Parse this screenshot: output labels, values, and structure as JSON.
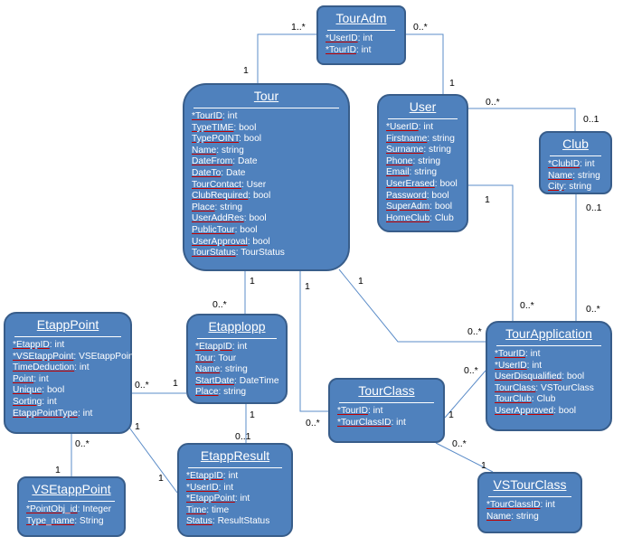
{
  "entities": {
    "touradm": {
      "title": "TourAdm",
      "attrs": [
        {
          "name": "*UserID",
          "type": "int"
        },
        {
          "name": "*TourID",
          "type": "int"
        }
      ]
    },
    "tour": {
      "title": "Tour",
      "attrs": [
        {
          "name": "*TourID",
          "type": "int"
        },
        {
          "name": "TypeTIME",
          "type": "bool"
        },
        {
          "name": "TypePOINT",
          "type": "bool"
        },
        {
          "name": "Name",
          "type": "string"
        },
        {
          "name": "DateFrom",
          "type": "Date"
        },
        {
          "name": "DateTo",
          "type": "Date"
        },
        {
          "name": "TourContact",
          "type": "User"
        },
        {
          "name": "ClubRequired",
          "type": "bool"
        },
        {
          "name": "Place",
          "type": "string"
        },
        {
          "name": "UserAddRes",
          "type": "bool"
        },
        {
          "name": "PublicTour",
          "type": "bool"
        },
        {
          "name": "UserApproval",
          "type": "bool"
        },
        {
          "name": "TourStatus",
          "type": "TourStatus"
        }
      ]
    },
    "user": {
      "title": "User",
      "attrs": [
        {
          "name": "*UserID",
          "type": "int"
        },
        {
          "name": "Firstname",
          "type": "string"
        },
        {
          "name": "Surname",
          "type": "string"
        },
        {
          "name": "Phone",
          "type": "string"
        },
        {
          "name": "Email",
          "type": "string"
        },
        {
          "name": "UserErased",
          "type": "bool"
        },
        {
          "name": "Password",
          "type": "bool"
        },
        {
          "name": "SuperAdm",
          "type": "bool"
        },
        {
          "name": "HomeClub",
          "type": "Club"
        }
      ]
    },
    "club": {
      "title": "Club",
      "attrs": [
        {
          "name": "*ClubID",
          "type": "int"
        },
        {
          "name": "Name",
          "type": "string"
        },
        {
          "name": "City",
          "type": "string"
        }
      ]
    },
    "etapppoint": {
      "title": "EtappPoint",
      "attrs": [
        {
          "name": "*EtappID",
          "type": "int"
        },
        {
          "name": "*VSEtappPoint",
          "type": "VSEtappPoint"
        },
        {
          "name": "TimeDeduction",
          "type": "int"
        },
        {
          "name": "Point",
          "type": "int"
        },
        {
          "name": "Unique",
          "type": "bool"
        },
        {
          "name": "Sorting",
          "type": "int"
        },
        {
          "name": "EtappPointType",
          "type": "int"
        }
      ]
    },
    "etapplopp": {
      "title": "Etapplopp",
      "attrs": [
        {
          "name": "*EtappID",
          "type": "int"
        },
        {
          "name": "Tour",
          "type": "Tour"
        },
        {
          "name": "Name",
          "type": "string"
        },
        {
          "name": "StartDate",
          "type": "DateTime"
        },
        {
          "name": "Place",
          "type": "string"
        }
      ]
    },
    "tourclass": {
      "title": "TourClass",
      "attrs": [
        {
          "name": "*TourID",
          "type": "int"
        },
        {
          "name": "*TourClassID",
          "type": "int"
        }
      ]
    },
    "tourapplication": {
      "title": "TourApplication",
      "attrs": [
        {
          "name": "*TourID",
          "type": "int"
        },
        {
          "name": "*UserID",
          "type": "int"
        },
        {
          "name": "UserDisqualified",
          "type": "bool"
        },
        {
          "name": "TourClass",
          "type": "VSTourClass"
        },
        {
          "name": "TourClub",
          "type": "Club"
        },
        {
          "name": "UserApproved",
          "type": "bool"
        }
      ]
    },
    "vsetapppoint": {
      "title": "VSEtappPoint",
      "attrs": [
        {
          "name": "*PointObj_id",
          "type": "Integer"
        },
        {
          "name": "Type_name",
          "type": "String"
        }
      ]
    },
    "etappresult": {
      "title": "EtappResult",
      "attrs": [
        {
          "name": "*EtappID",
          "type": "int"
        },
        {
          "name": "*UserID",
          "type": "int"
        },
        {
          "name": "*EtappPoint",
          "type": "int"
        },
        {
          "name": "Time",
          "type": "time"
        },
        {
          "name": "Status",
          "type": "ResultStatus"
        }
      ]
    },
    "vstourclass": {
      "title": "VSTourClass",
      "attrs": [
        {
          "name": "*TourClassID",
          "type": "int"
        },
        {
          "name": "Name",
          "type": "string"
        }
      ]
    }
  },
  "multiplicities": {
    "m1": "1..*",
    "m2": "0..*",
    "m3": "1",
    "m4": "1",
    "m5": "0..*",
    "m6": "0..1",
    "m7": "1",
    "m8": "0..1",
    "m9": "1",
    "m10": "0..*",
    "m11": "1",
    "m12": "0..*",
    "m13": "1",
    "m14": "0..*",
    "m15": "0..*",
    "m16": "1",
    "m17": "0..*",
    "m18": "1",
    "m19": "0..*",
    "m20": "1",
    "m21": "1",
    "m22": "0..*",
    "m23": "0..*",
    "m24": "1",
    "m25": "1",
    "m26": "0..1",
    "m27": "1",
    "m28": "0..*"
  }
}
